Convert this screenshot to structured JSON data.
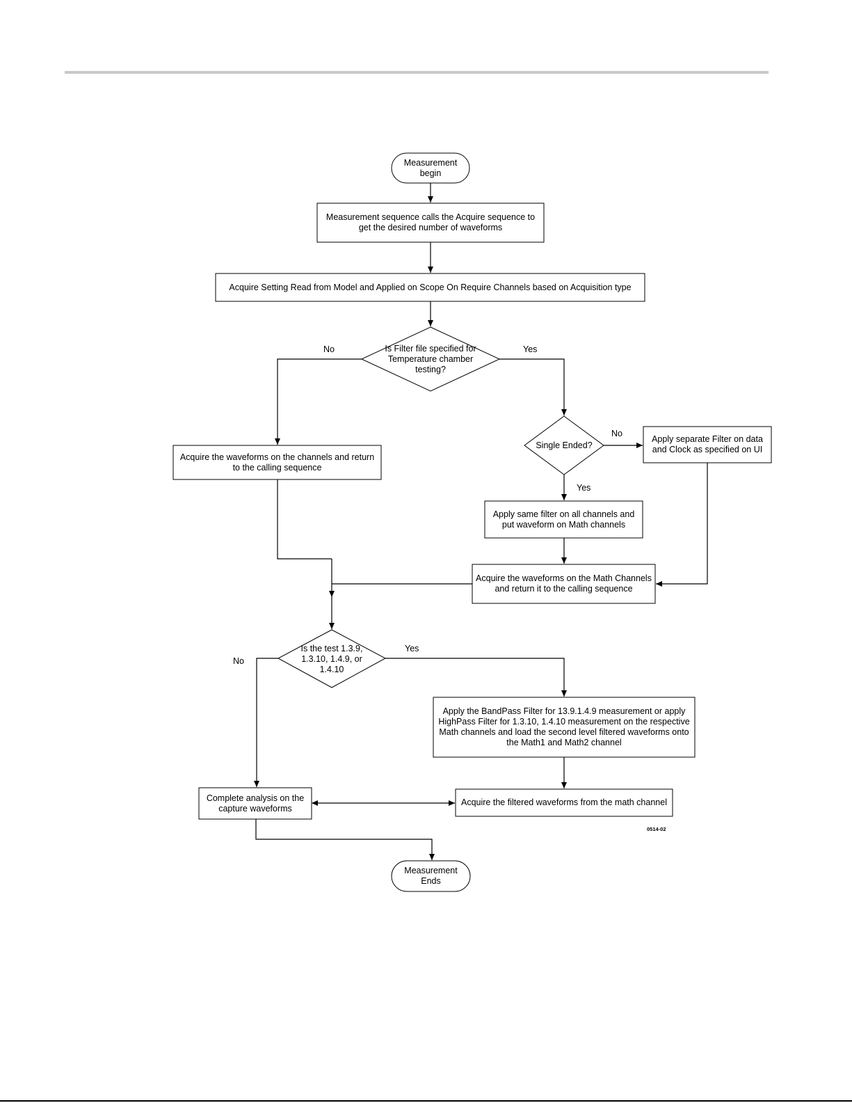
{
  "nodes": {
    "start": "Measurement begin",
    "acquire_call": "Measurement sequence calls the Acquire sequence to get the desired number of waveforms",
    "acquire_setting": "Acquire Setting Read from Model and Applied on Scope On Require Channels based on Acquisition type",
    "filter_decision": "Is Filter file specified for Temperature chamber testing?",
    "acquire_channels": "Acquire the waveforms on the channels and return to the calling sequence",
    "single_ended": "Single Ended?",
    "separate_filter": "Apply separate Filter on data and Clock as specified on UI",
    "same_filter": "Apply same filter on all channels and put waveform on Math channels",
    "acquire_math": "Acquire the waveforms on the Math Channels and return it to the calling sequence",
    "test_decision": "Is the test 1.3.9, 1.3.10, 1.4.9, or 1.4.10",
    "bandpass": "Apply the BandPass Filter for 13.9.1.4.9 measurement or apply HighPass Filter for 1.3.10, 1.4.10 measurement on the respective Math channels and load the second level filtered waveforms onto the Math1 and Math2 channel",
    "complete_analysis": "Complete analysis on the capture waveforms",
    "acquire_filtered": "Acquire the filtered waveforms from the math channel",
    "end": "Measurement Ends"
  },
  "edges": {
    "filter_no": "No",
    "filter_yes": "Yes",
    "single_no": "No",
    "single_yes": "Yes",
    "test_no": "No",
    "test_yes": "Yes"
  },
  "figure_ref": "0514-02"
}
